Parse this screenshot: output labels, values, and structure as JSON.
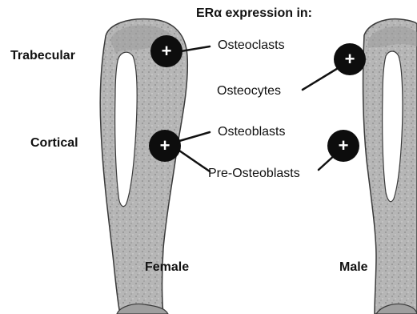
{
  "title": "ERα expression in:",
  "compartments": {
    "trabecular": "Trabecular",
    "cortical": "Cortical"
  },
  "cell_types": {
    "osteoclasts": "Osteoclasts",
    "osteocytes": "Osteocytes",
    "osteoblasts": "Osteoblasts",
    "pre_osteoblasts": "Pre-Osteoblasts"
  },
  "sexes": {
    "female": "Female",
    "male": "Male"
  },
  "markers": {
    "symbol": "+",
    "fill_color": "#0d0d0d",
    "symbol_color": "#ffffff"
  },
  "bone_colors": {
    "cortex": "#b3b3b3",
    "marrow": "#ffffff",
    "outline": "#3a3a3a"
  }
}
